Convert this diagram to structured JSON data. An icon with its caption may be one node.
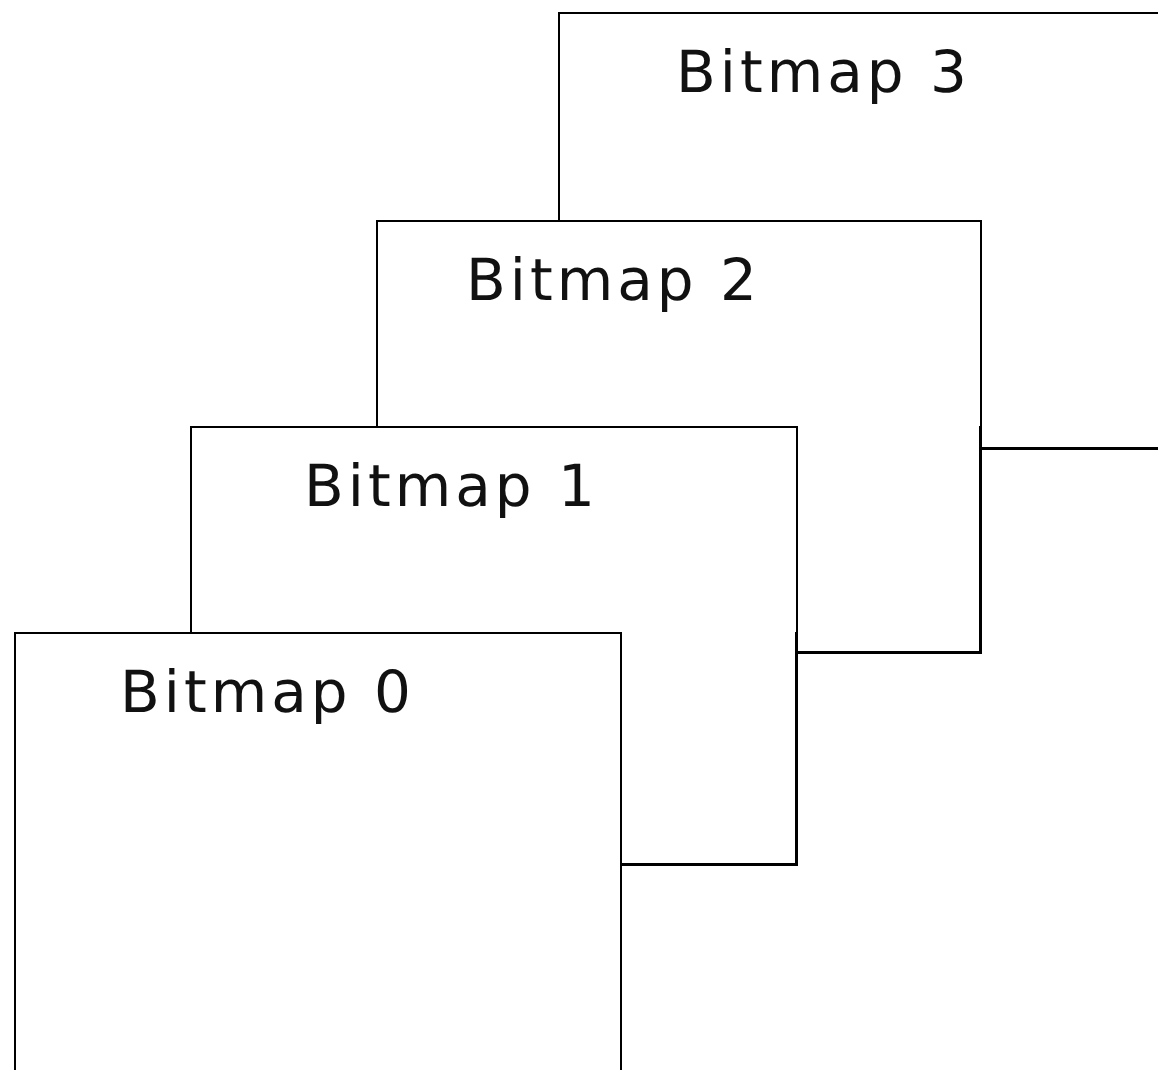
{
  "diagram": {
    "nodes": [
      {
        "text": [
          "Bitmap 3"
        ]
      },
      {
        "text": [
          "Bitmap 2"
        ]
      },
      {
        "text": [
          "Bitmap 1"
        ]
      },
      {
        "text": [
          "Bitmap 0"
        ]
      }
    ]
  }
}
